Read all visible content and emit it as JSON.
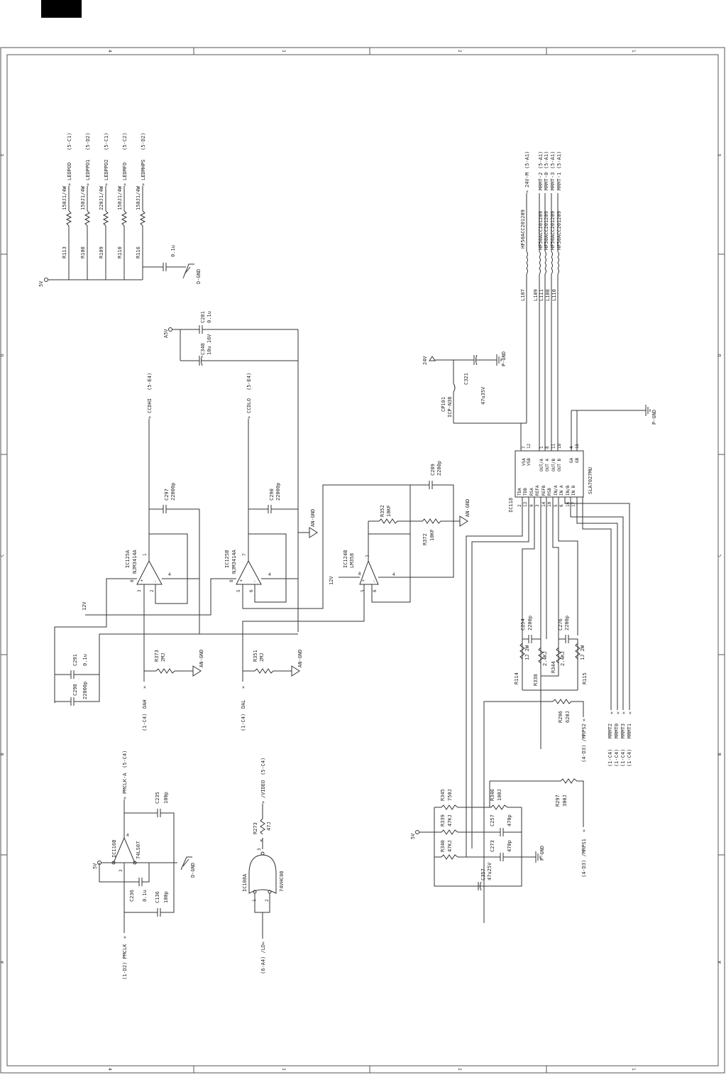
{
  "border": {
    "columns_top": [
      "4",
      "3",
      "2",
      "1"
    ],
    "columns_bottom": [
      "4",
      "3",
      "2",
      "1"
    ],
    "rows_left": [
      "E",
      "D",
      "C",
      "B",
      "A"
    ],
    "rows_right": [
      "E",
      "D",
      "C",
      "B",
      "A"
    ]
  },
  "led_block": {
    "supply": "5V",
    "resistors": [
      {
        "ref": "R113",
        "value": "150J1/4W",
        "net": "LEDPOD",
        "sheet": "(5-C1)"
      },
      {
        "ref": "R108",
        "value": "150J1/4W",
        "net": "LEDPPD1",
        "sheet": "(5-D2)"
      },
      {
        "ref": "R109",
        "value": "220J1/4W",
        "net": "LEDPPD2",
        "sheet": "(5-C1)"
      },
      {
        "ref": "R110",
        "value": "150J1/4W",
        "net": "LEDMFD",
        "sheet": "(5-C2)"
      },
      {
        "ref": "R116",
        "value": "150J1/4W",
        "net": "LEDMHPS",
        "sheet": "(5-D2)"
      }
    ],
    "cap_value": "0.1u",
    "ground": "D-GND"
  },
  "inductors": [
    {
      "ref": "L107",
      "part": "HF50ACC201209",
      "net": "24V-M",
      "sheet": "(5-A1)"
    },
    {
      "ref": "L109",
      "part": "HF50ACC201209",
      "net": "MRMT-2",
      "sheet": "(5-A1)"
    },
    {
      "ref": "L111",
      "part": "HF50ACC201209",
      "net": "MRMT-0",
      "sheet": "(5-A1)"
    },
    {
      "ref": "L108",
      "part": "HF50ACC201209",
      "net": "MRMT-3",
      "sheet": "(5-A1)"
    },
    {
      "ref": "L110",
      "part": "HF50ACC201209",
      "net": "MRMT-1",
      "sheet": "(5-A1)"
    }
  ],
  "supply24": {
    "label": "24V",
    "cap_ref": "C321",
    "cap_value": "47u35V",
    "ground": "P-GND",
    "fuse_ref": "CP101",
    "fuse_part": "ICP-N38"
  },
  "pgnd_right": "P-GND",
  "driver_ic": {
    "ref": "IC118",
    "part": "SLA7027MU",
    "top_pins": [
      {
        "num": "7",
        "name": "VSA"
      },
      {
        "num": "12",
        "name": "VSB"
      },
      {
        "num": "1",
        "name": "OUT/A"
      },
      {
        "num": "8",
        "name": "OUT A"
      },
      {
        "num": "11",
        "name": "OUT/B"
      },
      {
        "num": "18",
        "name": "OUT B"
      },
      {
        "num": "4",
        "name": "GA"
      },
      {
        "num": "15",
        "name": "GB"
      }
    ],
    "bottom_pins": [
      {
        "num": "2",
        "name": "TDA"
      },
      {
        "num": "13",
        "name": "TDB"
      },
      {
        "num": "9",
        "name": "RSA"
      },
      {
        "num": "3",
        "name": "REFA"
      },
      {
        "num": "14",
        "name": "REFB"
      },
      {
        "num": "10",
        "name": "RSB"
      },
      {
        "num": "5",
        "name": "IN/A"
      },
      {
        "num": "6",
        "name": "IN A"
      },
      {
        "num": "16",
        "name": "IN/B"
      },
      {
        "num": "17",
        "name": "IN B"
      }
    ]
  },
  "a5v_block": {
    "supply": "A5V",
    "c1_ref": "C281",
    "c1_value": "0.1u",
    "c2_ref": "C348",
    "c2_value": "10u 16V"
  },
  "ccd_outputs": [
    {
      "net": "CCDHI",
      "sheet": "(5-E4)"
    },
    {
      "net": "CCDLO",
      "sheet": "(5-E4)"
    }
  ],
  "opamps": [
    {
      "ref": "IC125A",
      "part": "NJM3414A",
      "out": "1",
      "plus": "3",
      "minus": "2",
      "vcc": "8",
      "gnd": "4",
      "cap_ref": "C297",
      "cap_value": "22000p"
    },
    {
      "ref": "IC125B",
      "part": "NJM3414A",
      "out": "7",
      "plus": "5",
      "minus": "6",
      "vcc": "8",
      "gnd": "4",
      "cap_ref": "C290",
      "cap_value": "22000p"
    },
    {
      "ref": "IC124B",
      "part": "LM358",
      "out": "7",
      "plus": "5",
      "minus": "6",
      "vcc": "8",
      "gnd": "4"
    }
  ],
  "feedback": {
    "c289_ref": "C289",
    "c289_value": "2200p",
    "r352_ref": "R352",
    "r352_value": "10KF",
    "r372_ref": "R372",
    "r372_value": "10KF"
  },
  "an_gnd": "AN-GND",
  "v12": "12V",
  "decoupling": {
    "c291_ref": "C291",
    "c291_value": "0.1u",
    "c298_ref": "C298",
    "c298_value": "22000p"
  },
  "dac_inputs": [
    {
      "sheet": "(1-C4)",
      "net": "DAH",
      "r_ref": "R373",
      "r_value": "2MJ"
    },
    {
      "sheet": "(1-C4)",
      "net": "DAL",
      "r_ref": "R351",
      "r_value": "2MJ"
    }
  ],
  "current_sense": {
    "c254_ref": "C254",
    "c254_value": "2200p",
    "c276_ref": "C276",
    "c276_value": "2200p",
    "r114_ref": "R114",
    "r114_value": "1J 2W",
    "r338_ref": "R338",
    "r338_value": "2.4KJ",
    "r344_ref": "R344",
    "r344_value": "2.4KJ",
    "r115_ref": "R115",
    "r115_value": "1J 2W",
    "r296_ref": "R296",
    "r296_value": "620J",
    "mrps2": "(4-D3) /MRPS2"
  },
  "mrmt_inputs": [
    {
      "sheet": "(1-C4)",
      "net": "MRMT2"
    },
    {
      "sheet": "(1-C4)",
      "net": "MRMT0"
    },
    {
      "sheet": "(1-C4)",
      "net": "MRMT3"
    },
    {
      "sheet": "(1-C4)",
      "net": "MRMT1"
    }
  ],
  "ref_network": {
    "supply": "5V",
    "r345_ref": "R345",
    "r345_value": "750J",
    "r339_ref": "R339",
    "r339_value": "47KJ",
    "r340_ref": "R340",
    "r340_value": "47KJ",
    "r346_ref": "R346",
    "r346_value": "100J",
    "c257_ref": "C257",
    "c257_value": "470p",
    "c273_ref": "C273",
    "c273_value": "470p",
    "c357_ref": "C357",
    "c357_value": "47u25V",
    "r297_ref": "R297",
    "r297_value": "300J",
    "ground": "P-GND",
    "mrps1": "(4-D3) /MRPS1"
  },
  "clock_buffer": {
    "supply": "5V",
    "ref": "IC116B",
    "part": "74LS07",
    "pin_in": "3",
    "pin_out": "4",
    "out_net": "PMCLK-A",
    "out_sheet": "(5-C4)",
    "in_label": "(1-D2) PMCLK",
    "c235_ref": "C235",
    "c235_value": "100p",
    "c236_ref": "C236",
    "c236_value": "0.1u",
    "c136_ref": "C136",
    "c136_value": "100p",
    "ground": "D-GND"
  },
  "video_gate": {
    "ref": "IC108A",
    "part": "74VHC08",
    "pin1": "1",
    "pin2": "2",
    "pin3": "3",
    "r_ref": "R273",
    "r_value": "47J",
    "out_net": "/VIDEO",
    "out_sheet": "(5-C4)",
    "in_label": "(6-A4) /LD"
  }
}
